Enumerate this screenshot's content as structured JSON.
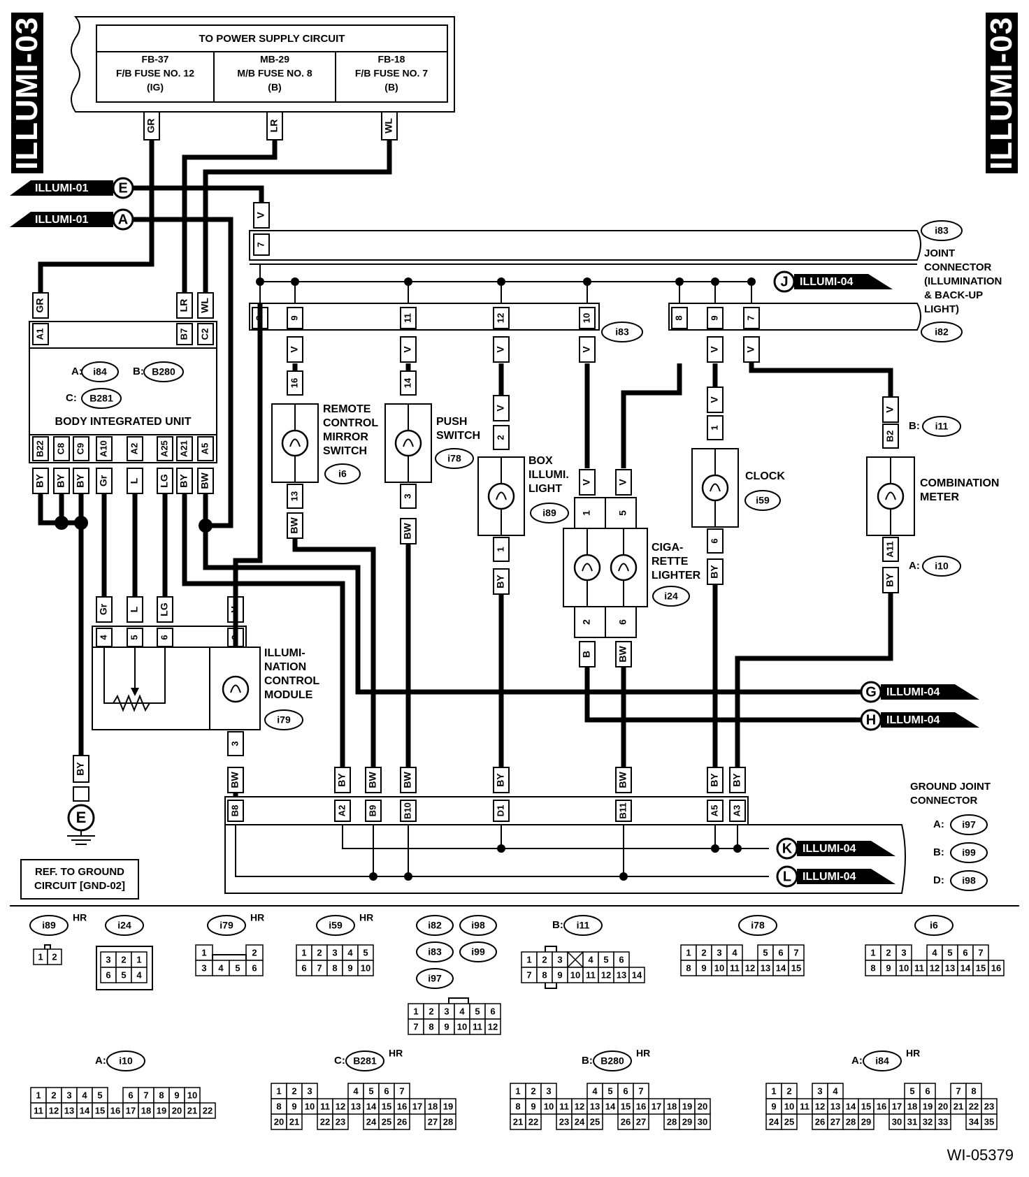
{
  "sheet": {
    "tag_left": "ILLUMI-03",
    "tag_right": "ILLUMI-03",
    "figure_id": "WI-05379"
  },
  "power_supply": {
    "title": "TO POWER SUPPLY CIRCUIT",
    "fuses": [
      {
        "line1": "FB-37",
        "line2": "F/B FUSE NO. 12",
        "line3": "(IG)",
        "wire": "GR"
      },
      {
        "line1": "MB-29",
        "line2": "M/B FUSE NO. 8",
        "line3": "(B)",
        "wire": "LR"
      },
      {
        "line1": "FB-18",
        "line2": "F/B FUSE NO. 7",
        "line3": "(B)",
        "wire": "WL"
      }
    ]
  },
  "offpage_in": [
    {
      "text": "ILLUMI-01",
      "letter": "E"
    },
    {
      "text": "ILLUMI-01",
      "letter": "A"
    }
  ],
  "offpage_out": [
    {
      "letter": "J",
      "text": "ILLUMI-04"
    },
    {
      "letter": "G",
      "text": "ILLUMI-04"
    },
    {
      "letter": "H",
      "text": "ILLUMI-04"
    },
    {
      "letter": "K",
      "text": "ILLUMI-04"
    },
    {
      "letter": "L",
      "text": "ILLUMI-04"
    }
  ],
  "joint_connector": {
    "code": "i83",
    "label": [
      "JOINT",
      "CONNECTOR",
      "(ILLUMINATION",
      "& BACK-UP",
      "LIGHT)"
    ],
    "code_a": "i83",
    "code_b": "i82",
    "input_pin": "7",
    "input_wire": "V",
    "pins_a": [
      "8",
      "9",
      "11",
      "12",
      "10"
    ],
    "pins_b": [
      "8",
      "9",
      "7"
    ]
  },
  "body_unit": {
    "name": "BODY INTEGRATED UNIT",
    "conn_a_prefix": "A:",
    "conn_a": "i84",
    "conn_b_prefix": "B:",
    "conn_b": "B280",
    "conn_c_prefix": "C:",
    "conn_c": "B281",
    "top_pins": [
      "A1",
      "B7",
      "C2"
    ],
    "top_wires": [
      "GR",
      "LR",
      "WL"
    ],
    "bottom_pins": [
      "B22",
      "C8",
      "C9",
      "A10",
      "A2",
      "A25",
      "A21",
      "A5"
    ],
    "bottom_wires": [
      "BY",
      "BY",
      "BY",
      "Gr",
      "L",
      "LG",
      "BY",
      "BW"
    ]
  },
  "ground": {
    "wire": "BY",
    "symbol": "E",
    "ref_line1": "REF. TO GROUND",
    "ref_line2": "CIRCUIT [GND-02]"
  },
  "components": {
    "icm": {
      "lines": [
        "ILLUMI-",
        "NATION",
        "CONTROL",
        "MODULE"
      ],
      "code": "i79",
      "pins": [
        "4",
        "5",
        "6",
        "2"
      ],
      "wires": [
        "Gr",
        "L",
        "LG",
        "V"
      ],
      "gnd_pin": "3",
      "gnd_wire": "BW"
    },
    "mirror": {
      "lines": [
        "REMOTE",
        "CONTROL",
        "MIRROR",
        "SWITCH"
      ],
      "code": "i6",
      "pin_top": "16",
      "pin_bot": "13",
      "wire_top": "V",
      "wire_bot": "BW"
    },
    "push": {
      "lines": [
        "PUSH",
        "SWITCH"
      ],
      "code": "i78",
      "pin_top": "14",
      "pin_bot": "3",
      "wire_top": "V",
      "wire_bot": "BW"
    },
    "box": {
      "lines": [
        "BOX",
        "ILLUMI.",
        "LIGHT"
      ],
      "code": "i89",
      "pin_top": "2",
      "pin_bot": "1",
      "wire_top": "V",
      "wire_bot": "BY"
    },
    "cigar": {
      "lines": [
        "CIGA-",
        "RETTE",
        "LIGHTER"
      ],
      "code": "i24",
      "pins_top": [
        "1",
        "5"
      ],
      "pins_bot": [
        "2",
        "6"
      ],
      "wires_top": [
        "V",
        "V"
      ],
      "wires_bot": [
        "B",
        "BW"
      ]
    },
    "clock": {
      "lines": [
        "CLOCK"
      ],
      "code": "i59",
      "pin_top": "1",
      "pin_bot": "6",
      "wire_top": "V",
      "wire_bot": "BY"
    },
    "meter": {
      "lines": [
        "COMBINATION",
        "METER"
      ],
      "code_top_prefix": "B:",
      "code_top": "i11",
      "code_bot_prefix": "A:",
      "code_bot": "i10",
      "pin_top": "B2",
      "pin_bot": "A11",
      "wire_top": "V",
      "wire_bot": "BY"
    }
  },
  "ground_joint": {
    "label": [
      "GROUND JOINT",
      "CONNECTOR"
    ],
    "codes": [
      {
        "prefix": "A:",
        "code": "i97"
      },
      {
        "prefix": "B:",
        "code": "i99"
      },
      {
        "prefix": "D:",
        "code": "i98"
      }
    ],
    "pins": [
      "B8",
      "A2",
      "B9",
      "B10",
      "D1",
      "B11",
      "A5",
      "A3"
    ],
    "wires": [
      "BW",
      "BY",
      "BW",
      "BW",
      "BY",
      "BW",
      "BY",
      "BY"
    ]
  },
  "connector_views": {
    "hr": "HR",
    "i89": {
      "code": "i89",
      "rows": [
        [
          "1",
          "2"
        ]
      ]
    },
    "i24": {
      "code": "i24",
      "rows": [
        [
          "3",
          "2",
          "1"
        ],
        [
          "6",
          "5",
          "4"
        ]
      ]
    },
    "i79": {
      "code": "i79",
      "rows": [
        [
          "1",
          "",
          "",
          "2"
        ],
        [
          "3",
          "4",
          "5",
          "6"
        ]
      ]
    },
    "i59": {
      "code": "i59",
      "rows": [
        [
          "1",
          "2",
          "3",
          "4",
          "5"
        ],
        [
          "6",
          "7",
          "8",
          "9",
          "10"
        ]
      ]
    },
    "group": {
      "codes": [
        "i82",
        "i98",
        "i83",
        "i99",
        "i97"
      ],
      "rows": [
        [
          "1",
          "2",
          "3",
          "4",
          "5",
          "6"
        ],
        [
          "7",
          "8",
          "9",
          "10",
          "11",
          "12"
        ]
      ]
    },
    "i11": {
      "prefix": "B:",
      "code": "i11",
      "rows": [
        [
          "1",
          "2",
          "3",
          "X",
          "4",
          "5",
          "6"
        ],
        [
          "7",
          "8",
          "9",
          "10",
          "11",
          "12",
          "13",
          "14"
        ]
      ]
    },
    "i78": {
      "code": "i78",
      "rows": [
        [
          "1",
          "2",
          "3",
          "4",
          "",
          "5",
          "6",
          "7"
        ],
        [
          "8",
          "9",
          "10",
          "11",
          "12",
          "13",
          "14",
          "15"
        ]
      ]
    },
    "i6": {
      "code": "i6",
      "rows": [
        [
          "1",
          "2",
          "3",
          "",
          "4",
          "5",
          "6",
          "7"
        ],
        [
          "8",
          "9",
          "10",
          "11",
          "12",
          "13",
          "14",
          "15",
          "16"
        ]
      ]
    },
    "i10": {
      "prefix": "A:",
      "code": "i10",
      "rows": [
        [
          "1",
          "2",
          "3",
          "4",
          "5",
          "",
          "6",
          "7",
          "8",
          "9",
          "10"
        ],
        [
          "11",
          "12",
          "13",
          "14",
          "15",
          "16",
          "17",
          "18",
          "19",
          "20",
          "21",
          "22"
        ]
      ]
    },
    "B281": {
      "prefix": "C:",
      "code": "B281",
      "rows": [
        [
          "1",
          "2",
          "3",
          "",
          "",
          "4",
          "5",
          "6",
          "7"
        ],
        [
          "8",
          "9",
          "10",
          "11",
          "12",
          "13",
          "14",
          "15",
          "16",
          "17",
          "18",
          "19"
        ],
        [
          "20",
          "21",
          "22",
          "23",
          "24",
          "25",
          "26",
          "27",
          "28"
        ]
      ]
    },
    "B280": {
      "prefix": "B:",
      "code": "B280",
      "rows": [
        [
          "1",
          "2",
          "3",
          "",
          "",
          "4",
          "5",
          "6",
          "7"
        ],
        [
          "8",
          "9",
          "10",
          "11",
          "12",
          "13",
          "14",
          "15",
          "16",
          "17",
          "18",
          "19",
          "20"
        ],
        [
          "21",
          "22",
          "23",
          "24",
          "25",
          "26",
          "27",
          "28",
          "29",
          "30"
        ]
      ]
    },
    "i84": {
      "prefix": "A:",
      "code": "i84",
      "rows": [
        [
          "1",
          "2",
          "3",
          "4",
          "",
          "",
          "5",
          "6",
          "7",
          "8"
        ],
        [
          "9",
          "10",
          "11",
          "12",
          "13",
          "14",
          "15",
          "16",
          "17",
          "18",
          "19",
          "20",
          "21",
          "22",
          "23"
        ],
        [
          "24",
          "25",
          "26",
          "27",
          "28",
          "29",
          "30",
          "31",
          "32",
          "33",
          "34",
          "35"
        ]
      ]
    }
  }
}
